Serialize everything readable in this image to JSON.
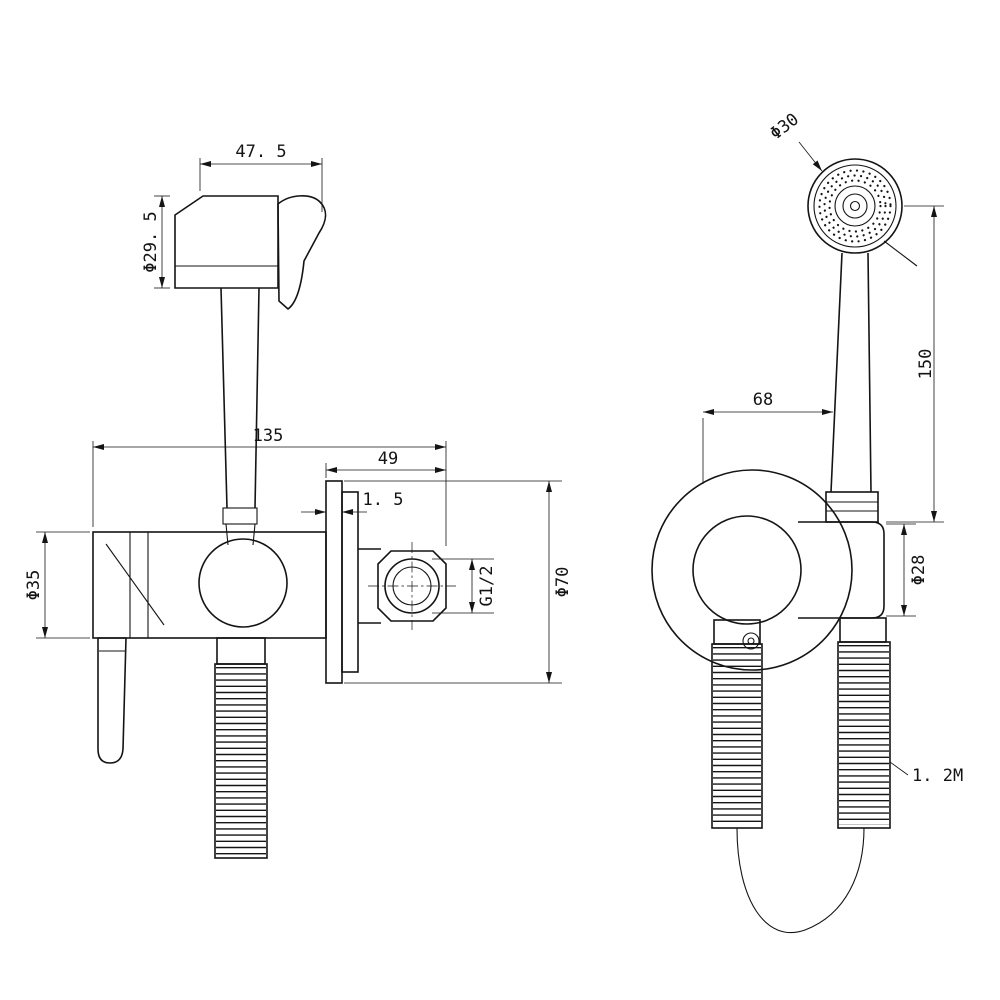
{
  "front_view": {
    "dims": {
      "head_width": "47. 5",
      "head_diameter": "Φ29. 5",
      "overall_length": "135",
      "outlet_length": "49",
      "plate_thickness": "1. 5",
      "body_diameter": "Φ35",
      "thread_size": "G1/2",
      "plate_diameter": "Φ70"
    }
  },
  "side_view": {
    "dims": {
      "face_diameter": "Φ30",
      "handle_length": "150",
      "center_offset": "68",
      "connector_diameter": "Φ28",
      "hose_length": "1. 2M"
    }
  }
}
